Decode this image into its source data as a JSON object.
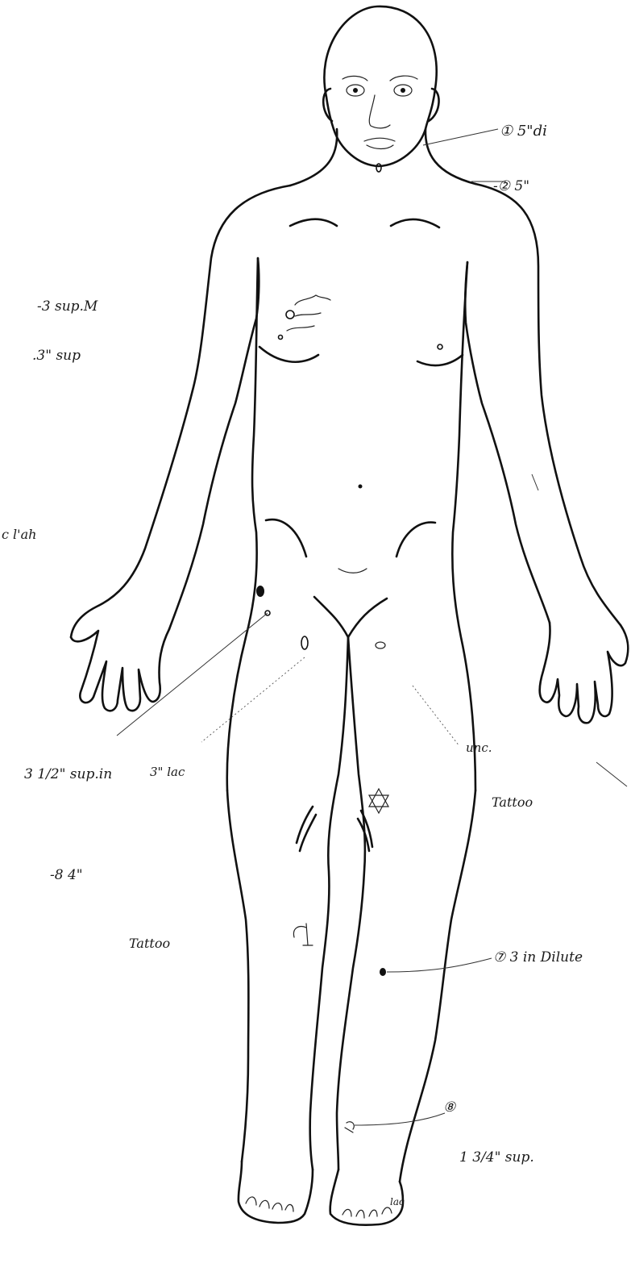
{
  "annotations": [
    {
      "id": "n1",
      "text": "① 5\"di"
    },
    {
      "id": "n2",
      "text": "-② 5\""
    },
    {
      "id": "n3",
      "text": "-3 sup.M"
    },
    {
      "id": "n4",
      "text": ".3\" sup"
    },
    {
      "id": "n5",
      "text": "c l'ah"
    },
    {
      "id": "n6",
      "text": "3 1/2\" sup.in"
    },
    {
      "id": "n7",
      "text": "3\" lac"
    },
    {
      "id": "n8",
      "text": "-8 4\""
    },
    {
      "id": "n9",
      "text": "Tattoo"
    },
    {
      "id": "n10",
      "text": "Tattoo"
    },
    {
      "id": "n11",
      "text": "unc."
    },
    {
      "id": "n12",
      "text": "⑦ 3 in Dilute"
    },
    {
      "id": "n13",
      "text": "⑧"
    },
    {
      "id": "n14",
      "text": "1 3/4\" sup."
    },
    {
      "id": "n15",
      "text": "lac"
    }
  ],
  "colors": {
    "ink": "#111111",
    "paper": "#ffffff"
  }
}
